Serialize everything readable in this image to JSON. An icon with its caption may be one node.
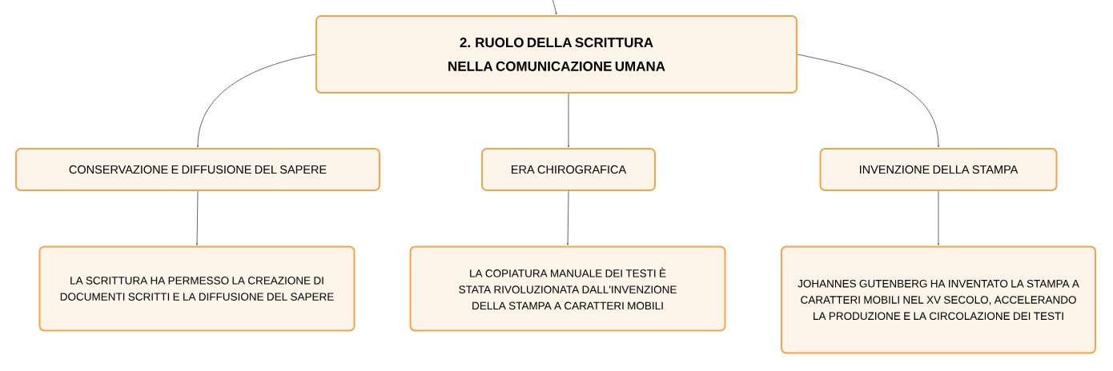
{
  "diagram": {
    "nodes": [
      {
        "text": [
          "2. RUOLO DELLA SCRITTURA NELLA COMUNICAZIONE UMANA"
        ]
      },
      {
        "text": [
          "CONSERVAZIONE E DIFFUSIONE DEL SAPERE"
        ]
      },
      {
        "text": [
          "ERA CHIROGRAFICA"
        ]
      },
      {
        "text": [
          "INVENZIONE DELLA STAMPA"
        ]
      },
      {
        "text": [
          "LA SCRITTURA HA PERMESSO LA CREAZIONE DI DOCUMENTI SCRITTI E LA DIFFUSIONE DEL SAPERE"
        ]
      },
      {
        "text": [
          "LA COPIATURA MANUALE DEI TESTI È STATA RIVOLUZIONATA DALL'INVENZIONE DELLA STAMPA A CARATTERI MOBILI"
        ]
      },
      {
        "text": [
          "JOHANNES GUTENBERG HA INVENTATO LA STAMPA A CARATTERI MOBILI NEL XV SECOLO, ACCELERANDO LA PRODUZIONE E LA CIRCOLAZIONE DEI TESTI"
        ]
      }
    ],
    "edges": [
      {
        "from": null,
        "to": 0,
        "arrow": "to"
      },
      {
        "from": 0,
        "to": 1,
        "arrow": "to"
      },
      {
        "from": 0,
        "to": 2,
        "arrow": "to"
      },
      {
        "from": 0,
        "to": 3,
        "arrow": "to"
      },
      {
        "from": 1,
        "to": 4,
        "arrow": "to"
      },
      {
        "from": 2,
        "to": 5,
        "arrow": "to"
      },
      {
        "from": 3,
        "to": 6,
        "arrow": "to"
      }
    ]
  }
}
